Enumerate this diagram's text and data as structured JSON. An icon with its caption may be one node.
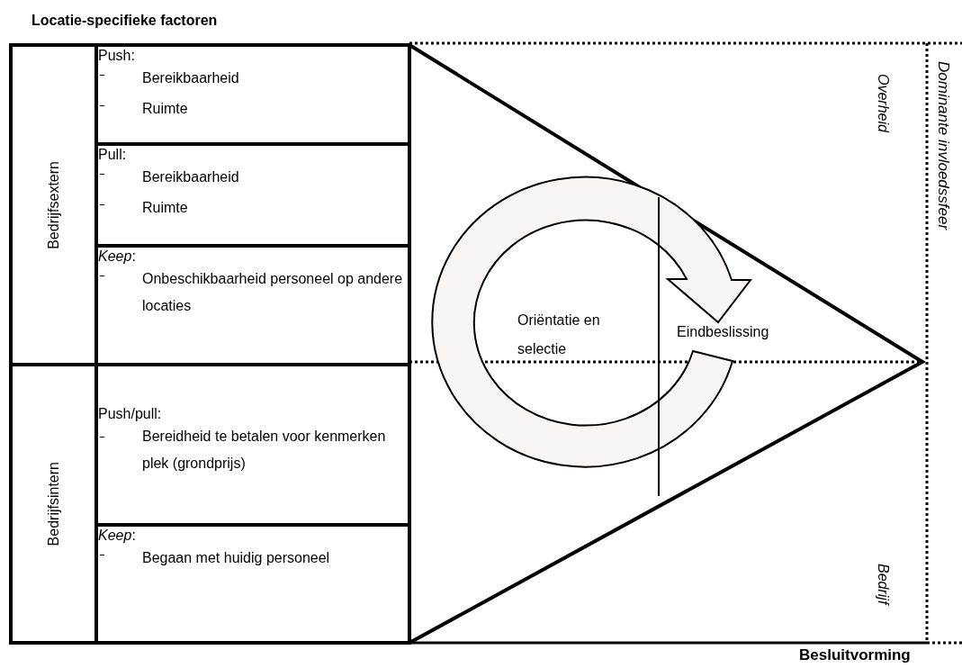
{
  "diagram": {
    "title": "Locatie-specifieke factoren",
    "nodes": [
      {
        "text": [
          "Bedrijfsextern"
        ]
      },
      {
        "text": [
          "Push:",
          "Bereikbaarheid",
          "Ruimte"
        ]
      },
      {
        "text": [
          "Pull:",
          "Bereikbaarheid",
          "Ruimte"
        ]
      },
      {
        "text": [
          "*Keep*:",
          "Onbeschikbaarheid personeel op andere locaties"
        ]
      },
      {
        "text": [
          "Bedrijfsintern"
        ]
      },
      {
        "text": [
          "Push/pull:",
          "Bereidheid te betalen voor kenmerken plek (grondprijs)"
        ]
      },
      {
        "text": [
          "*Keep*:",
          "Begaan met huidig personeel"
        ]
      }
    ],
    "labels": [
      "Overheid",
      "Dominante invloedssfeer",
      "Oriëntatie en selectie",
      "Eindbeslissing",
      "Bedrijf",
      "Besluitvorming"
    ]
  }
}
